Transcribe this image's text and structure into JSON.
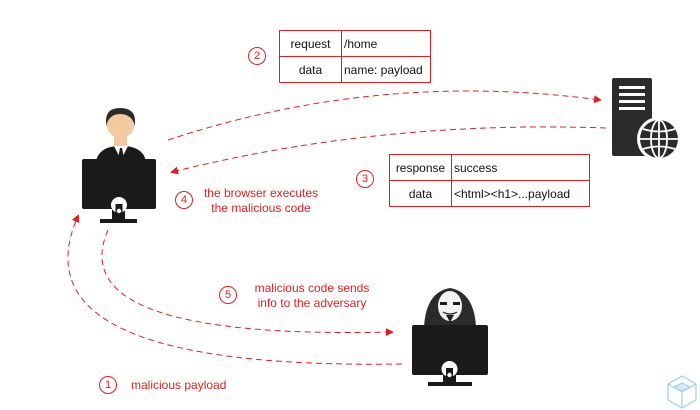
{
  "request_table": {
    "rows": [
      {
        "key": "request",
        "value": "/home"
      },
      {
        "key": "data",
        "value": "name: payload"
      }
    ]
  },
  "response_table": {
    "rows": [
      {
        "key": "response",
        "value": "success"
      },
      {
        "key": "data",
        "value": "<html><h1>...payload"
      }
    ]
  },
  "steps": [
    {
      "number": "1",
      "text": "malicious payload"
    },
    {
      "number": "2",
      "text": ""
    },
    {
      "number": "3",
      "text": ""
    },
    {
      "number": "4",
      "text": "the browser executes\nthe malicious code"
    },
    {
      "number": "5",
      "text": "malicious code sends\ninfo to the adversary"
    }
  ],
  "icons": {
    "user": "user-at-computer-icon",
    "server": "web-server-icon",
    "adversary": "hacker-at-computer-icon",
    "logo": "cube-logo-icon"
  },
  "colors": {
    "accent": "#e02020",
    "figure": "#1a1a1a"
  }
}
